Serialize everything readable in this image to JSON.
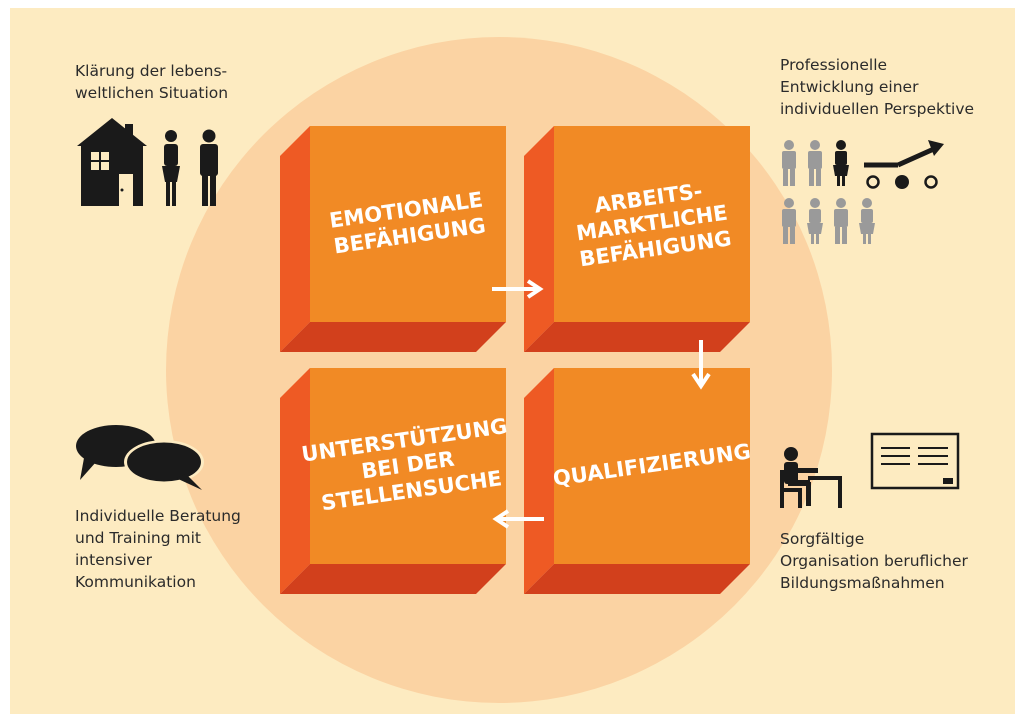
{
  "colors": {
    "panel": "#fdebc1",
    "circle": "#fbd3a3",
    "cube_front": "#f18a25",
    "cube_side": "#ee5a24",
    "cube_bottom": "#d2401c",
    "icon_dark": "#1a1a1a",
    "icon_grey": "#9a9a9a",
    "arrow": "#ffffff"
  },
  "steps": [
    {
      "label": "EMOTIONALE\nBEFÄHIGUNG"
    },
    {
      "label": "ARBEITS-\nMARKTLICHE\nBEFÄHIGUNG"
    },
    {
      "label": "QUALIFIZIERUNG"
    },
    {
      "label": "UNTERSTÜTZUNG\nBEI DER\nSTELLENSUCHE"
    }
  ],
  "corners": {
    "top_left": {
      "text": "Klärung der lebens-\nweltlichen Situation",
      "icon": "house-and-couple-icon"
    },
    "top_right": {
      "text": "Professionelle\nEntwicklung einer\nindividuellen Perspektive",
      "icon": "people-and-career-path-icon"
    },
    "bottom_left": {
      "text": "Individuelle Beratung\nund Training mit\nintensiver\nKommunikation",
      "icon": "speech-bubbles-icon"
    },
    "bottom_right": {
      "text": "Sorgfältige\nOrganisation beruflicher\nBildungsmaßnahmen",
      "icon": "student-and-screen-icon"
    }
  }
}
